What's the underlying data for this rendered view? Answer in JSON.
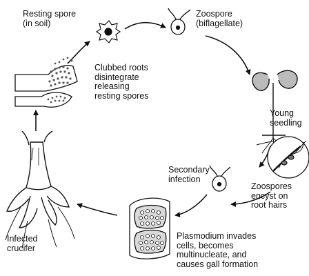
{
  "colors": {
    "ink": "#111111",
    "background": "#ffffff"
  },
  "stages": {
    "resting_spore": {
      "line1": "Resting spore",
      "line2": "(in soil)"
    },
    "zoospore": {
      "line1": "Zoospore",
      "line2": "(biflagellate)"
    },
    "young_seedling": {
      "line1": "Young",
      "line2": "seedling"
    },
    "zoospores_encyst": {
      "line1": "Zoospores",
      "line2": "encyst on",
      "line3": "root hairs"
    },
    "secondary_infection": {
      "line1": "Secondary",
      "line2": "infection"
    },
    "plasmodium": {
      "line1": "Plasmodium invades",
      "line2": "cells, becomes",
      "line3": "multinucleate, and",
      "line4": "causes gall formation"
    },
    "infected_crucifer": {
      "line1": "Infected",
      "line2": "crucifer"
    },
    "clubbed_roots": {
      "line1": "Clubbed roots",
      "line2": "disintegrate",
      "line3": "releasing",
      "line4": "resting spores"
    }
  }
}
